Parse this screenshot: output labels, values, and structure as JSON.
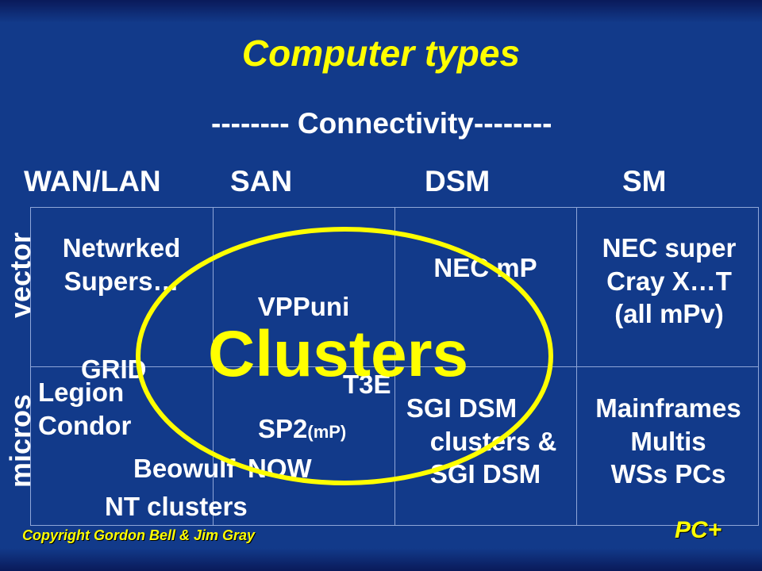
{
  "title": "Computer types",
  "connectivity_label": "-------- Connectivity--------",
  "columns": [
    "WAN/LAN",
    "SAN",
    "DSM",
    "SM"
  ],
  "rows": [
    "vector",
    "micros"
  ],
  "cells": {
    "vector_wan": [
      "Netwrked",
      "Supers…"
    ],
    "vector_san": "VPPuni",
    "vector_dsm": "NEC mP",
    "vector_sm": [
      "NEC super",
      "Cray X…T",
      "(all mPv)"
    ],
    "grid_label": "GRID",
    "t3e": "T3E",
    "micros_wan": [
      "Legion",
      "Condor"
    ],
    "sp2": "SP2",
    "sp2_sub": "(mP)",
    "beowulf": "Beowulf",
    "now": "NOW",
    "nt_clusters": "NT clusters",
    "micros_dsm": [
      "SGI DSM",
      "clusters &",
      "SGI DSM"
    ],
    "micros_sm": [
      "Mainframes",
      "Multis",
      "WSs PCs"
    ]
  },
  "overlay_label": "Clusters",
  "copyright": "Copyright Gordon Bell & Jim Gray",
  "footer_tag": "PC+",
  "colors": {
    "background": "#123a8a",
    "accent": "#ffff00",
    "text": "#ffffff"
  }
}
